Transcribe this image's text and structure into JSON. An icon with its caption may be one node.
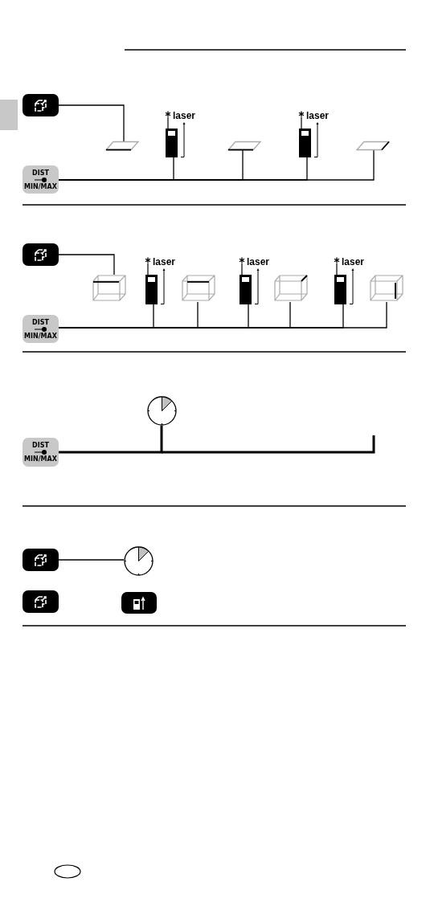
{
  "diagram": {
    "nodes": [
      {
        "text": [],
        "shape": "button"
      },
      {
        "text": [],
        "shape": "parallelogram"
      },
      {
        "text": [],
        "shape": "device",
        "beside": [
          "laser"
        ]
      },
      {
        "text": [],
        "shape": "parallelogram"
      },
      {
        "text": [],
        "shape": "device",
        "beside": [
          "laser"
        ]
      },
      {
        "text": [],
        "shape": "parallelogram"
      },
      {
        "text": [
          "DIST",
          "MIN/MAX"
        ]
      },
      {
        "text": [],
        "shape": "button"
      },
      {
        "text": [],
        "shape": "cuboid"
      },
      {
        "text": [],
        "shape": "device",
        "beside": [
          "laser"
        ]
      },
      {
        "text": [],
        "shape": "cuboid"
      },
      {
        "text": [],
        "shape": "device",
        "beside": [
          "laser"
        ]
      },
      {
        "text": [],
        "shape": "cuboid"
      },
      {
        "text": [],
        "shape": "device",
        "beside": [
          "laser"
        ]
      },
      {
        "text": [],
        "shape": "cuboid"
      },
      {
        "text": [
          "DIST",
          "MIN/MAX"
        ]
      },
      {
        "text": [],
        "shape": "clock"
      },
      {
        "text": [
          "DIST",
          "MIN/MAX"
        ]
      },
      {
        "text": [],
        "shape": "button"
      },
      {
        "text": [],
        "shape": "clock"
      },
      {
        "text": [],
        "shape": "button"
      },
      {
        "text": [],
        "shape": "button"
      }
    ],
    "edges": [
      {
        "from": 0,
        "to": 1,
        "arrow": "none"
      },
      {
        "from": 6,
        "to": 2,
        "arrow": "none"
      },
      {
        "from": 6,
        "to": 3,
        "arrow": "none"
      },
      {
        "from": 6,
        "to": 4,
        "arrow": "none"
      },
      {
        "from": 6,
        "to": 5,
        "arrow": "none"
      },
      {
        "from": 7,
        "to": 8,
        "arrow": "none"
      },
      {
        "from": 15,
        "to": 9,
        "arrow": "none"
      },
      {
        "from": 15,
        "to": 10,
        "arrow": "none"
      },
      {
        "from": 15,
        "to": 11,
        "arrow": "none"
      },
      {
        "from": 15,
        "to": 12,
        "arrow": "none"
      },
      {
        "from": 15,
        "to": 13,
        "arrow": "none"
      },
      {
        "from": 15,
        "to": 14,
        "arrow": "none"
      },
      {
        "from": 17,
        "to": 16,
        "arrow": "none",
        "style": "thick"
      },
      {
        "from": 18,
        "to": 19,
        "arrow": "none"
      }
    ]
  }
}
